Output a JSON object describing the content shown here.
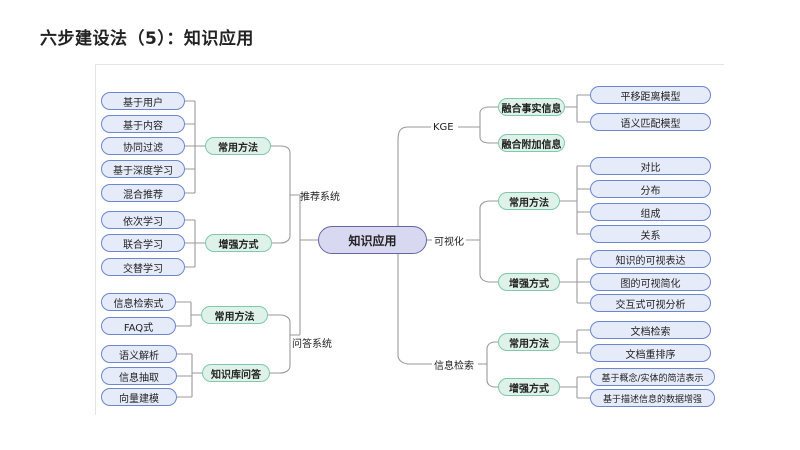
{
  "title": "六步建设法（5）：知识应用",
  "center": "知识应用",
  "left": {
    "recommend": {
      "label": "推荐系统",
      "methods": {
        "label": "常用方法",
        "items": [
          "基于用户",
          "基于内容",
          "协同过滤",
          "基于深度学习",
          "混合推荐"
        ]
      },
      "enhance": {
        "label": "增强方式",
        "items": [
          "依次学习",
          "联合学习",
          "交替学习"
        ]
      }
    },
    "qa": {
      "label": "问答系统",
      "methods": {
        "label": "常用方法",
        "items": [
          "信息检索式",
          "FAQ式"
        ]
      },
      "kbqa": {
        "label": "知识库问答",
        "items": [
          "语义解析",
          "信息抽取",
          "向量建模"
        ]
      }
    }
  },
  "right": {
    "kge": {
      "label": "KGE",
      "fact": {
        "label": "融合事实信息",
        "items": [
          "平移距离模型",
          "语义匹配模型"
        ]
      },
      "extra": {
        "label": "融合附加信息"
      }
    },
    "vis": {
      "label": "可视化",
      "methods": {
        "label": "常用方法",
        "items": [
          "对比",
          "分布",
          "组成",
          "关系"
        ]
      },
      "enhance": {
        "label": "增强方式",
        "items": [
          "知识的可视表达",
          "图的可视简化",
          "交互式可视分析"
        ]
      }
    },
    "search": {
      "label": "信息检索",
      "methods": {
        "label": "常用方法",
        "items": [
          "文档检索",
          "文档重排序"
        ]
      },
      "enhance": {
        "label": "增强方式",
        "items": [
          "基于概念/实体的简洁表示",
          "基于描述信息的数据增强"
        ]
      }
    }
  }
}
